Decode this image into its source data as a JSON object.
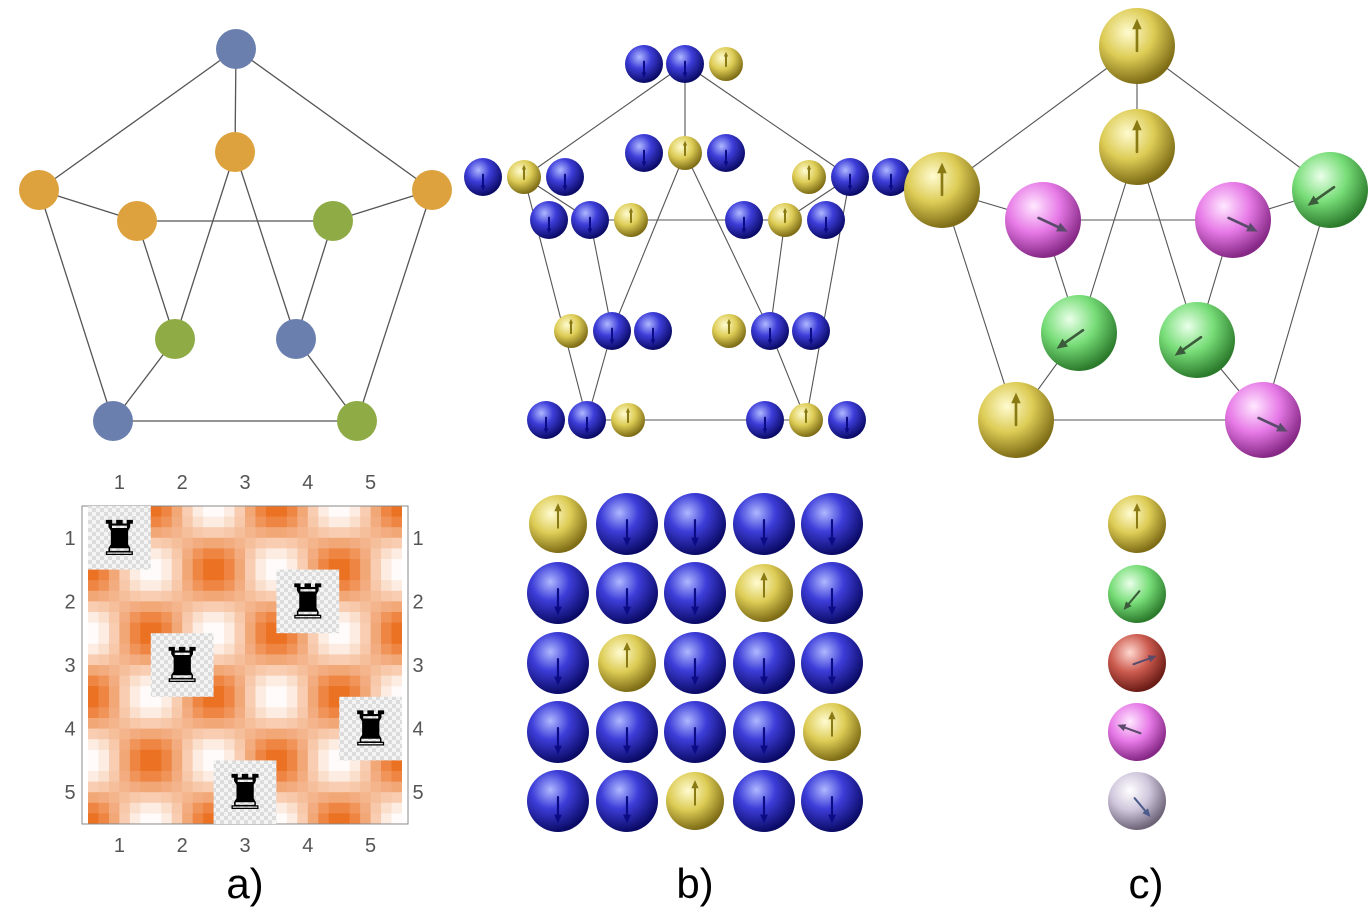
{
  "panels": {
    "a": {
      "label": "a)"
    },
    "b": {
      "label": "b)"
    },
    "c": {
      "label": "c)"
    }
  },
  "colors": {
    "blue": "#6a7fae",
    "orange": "#dda23d",
    "green": "#8fab45",
    "edge": "#555555",
    "heat_high": "#ea6c1b",
    "heat_low": "#ffffff"
  },
  "petersen_coloring": {
    "outer": [
      "blue",
      "orange",
      "orange",
      "blue",
      "green"
    ],
    "inner": [
      "orange",
      "orange",
      "green",
      "green",
      "blue"
    ]
  },
  "board": {
    "col_labels": [
      "1",
      "2",
      "3",
      "4",
      "5"
    ],
    "row_labels": [
      "1",
      "2",
      "3",
      "4",
      "5"
    ],
    "rooks": [
      [
        1,
        1
      ],
      [
        2,
        4
      ],
      [
        3,
        2
      ],
      [
        4,
        5
      ],
      [
        5,
        3
      ]
    ],
    "piece_icon": "rook-icon",
    "piece_glyph": "♜"
  },
  "spins_b": {
    "up_color": "gold",
    "down_color": "blue",
    "grid": [
      [
        1,
        0,
        0,
        0,
        0
      ],
      [
        0,
        0,
        0,
        1,
        0
      ],
      [
        0,
        1,
        0,
        0,
        0
      ],
      [
        0,
        0,
        0,
        0,
        1
      ],
      [
        0,
        0,
        1,
        0,
        0
      ]
    ]
  },
  "spins_c": {
    "graph_nodes": [
      "gold",
      "gold",
      "green",
      "gold",
      "pink",
      "gold",
      "pink",
      "pink",
      "green",
      "green"
    ],
    "column": [
      "gold",
      "green",
      "red",
      "pink",
      "white"
    ]
  }
}
